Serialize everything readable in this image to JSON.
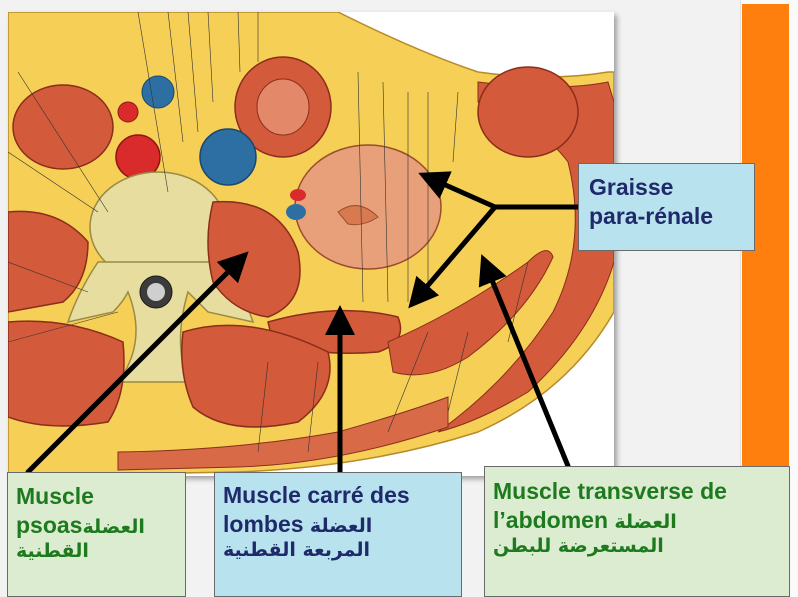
{
  "colors": {
    "orange_bar": "#ff7f0e",
    "blue_box": "#b9e2ef",
    "green_box": "#dcecd1",
    "blue_text": "#1f2a6b",
    "green_text": "#1e7a1e",
    "fat": "#f5cf56",
    "muscle": "#d35a3a",
    "bone": "#e6dd9f",
    "vein": "#2d6fa2",
    "artery": "#d92b2b"
  },
  "labels": {
    "graisse": {
      "line1": "Graisse",
      "line2": "para-rénale"
    },
    "psoas": {
      "fr_line1": "Muscle",
      "fr_line2": "psoas",
      "ar_line1": "العضلة",
      "ar_line2": "القطنية"
    },
    "carre": {
      "fr_line1": "Muscle carré des",
      "fr_line2": "lombes",
      "ar_line1": "العضلة",
      "ar_line2": "المربعة القطنية"
    },
    "transverse": {
      "fr_line1": "Muscle transverse de",
      "fr_line2": "l’abdomen",
      "ar_line1": "العضلة",
      "ar_line2": "المستعرضة للبطن"
    }
  }
}
